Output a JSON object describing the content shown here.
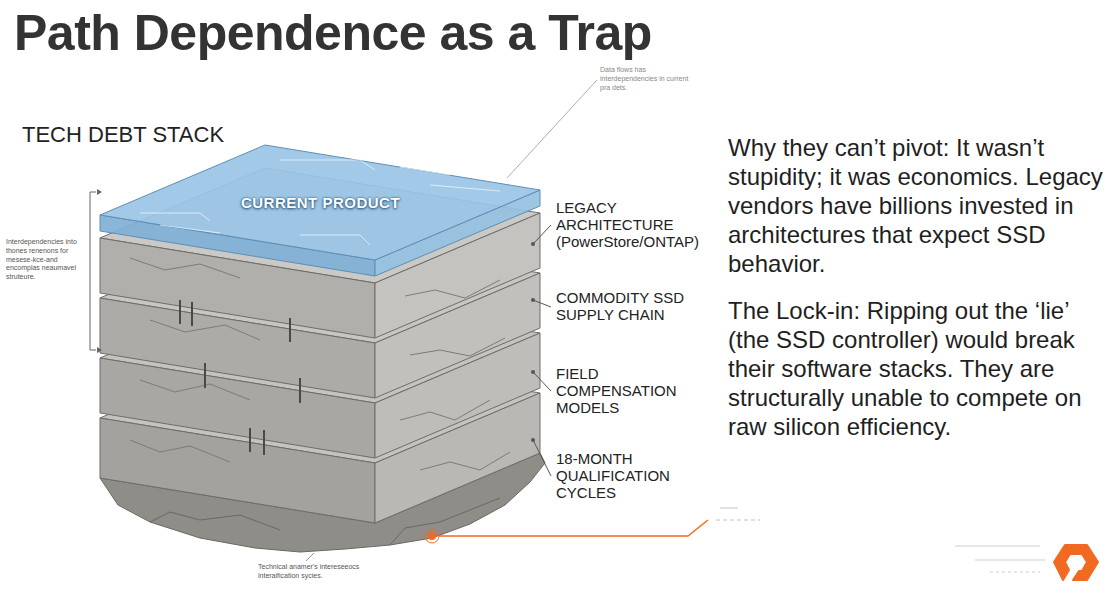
{
  "diagram": {
    "title": "Path Dependence as a Trap",
    "nodes": [
      {
        "text": [
          "CURRENT PRODUCT"
        ]
      }
    ],
    "labels": [
      "TECH DEBT STACK",
      "Data flows has interdependencies in current pra dets.",
      "LEGACY ARCHITECTURE (PowerStore/ONTAP)",
      "COMMODITY SSD SUPPLY CHAIN",
      "FIELD COMPENSATION MODELS",
      "18-MONTH QUALIFICATION CYCLES",
      "Interdependencies into thones renenons for mesese-kce-and encomplas neaumavel struteure.",
      "Technical anamer's intereseeocs interaification sycies.",
      "Why they can’t pivot: It wasn’t stupidity; it was economics. Legacy vendors have billions invested in architectures that expect SSD behavior.",
      "The Lock-in: Ripping out the ‘lie’ (the SSD controller) would break their software stacks. They are structurally unable to compete on raw silicon efficiency."
    ]
  }
}
